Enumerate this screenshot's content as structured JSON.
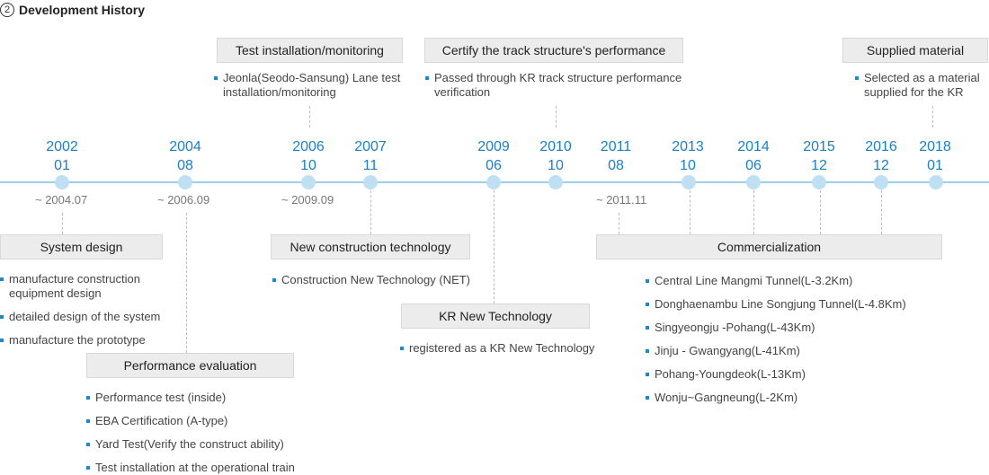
{
  "heading": {
    "number": "2",
    "title": "Development History"
  },
  "timeline": [
    {
      "year": "2002",
      "month": "01"
    },
    {
      "year": "2004",
      "month": "08"
    },
    {
      "year": "2006",
      "month": "10"
    },
    {
      "year": "2007",
      "month": "11"
    },
    {
      "year": "2009",
      "month": "06"
    },
    {
      "year": "2010",
      "month": "10"
    },
    {
      "year": "2011",
      "month": "08"
    },
    {
      "year": "2013",
      "month": "10"
    },
    {
      "year": "2014",
      "month": "06"
    },
    {
      "year": "2015",
      "month": "12"
    },
    {
      "year": "2016",
      "month": "12"
    },
    {
      "year": "2018",
      "month": "01"
    }
  ],
  "ranges": [
    "~ 2004.07",
    "~ 2006.09",
    "~ 2009.09",
    "~ 2011.11"
  ],
  "events": {
    "test_install": {
      "title": "Test installation/monitoring",
      "items": [
        "Jeonla(Seodo-Sansung) Lane test installation/monitoring"
      ]
    },
    "certify": {
      "title": "Certify the track structure's performance",
      "items": [
        "Passed through KR track structure performance verification"
      ]
    },
    "supplied": {
      "title": "Supplied material",
      "items": [
        "Selected as a material supplied for the KR"
      ]
    },
    "system_design": {
      "title": "System design",
      "items": [
        "manufacture construction equipment design",
        "detailed design of the system",
        "manufacture the prototype"
      ]
    },
    "performance": {
      "title": "Performance evaluation",
      "items": [
        "Performance test (inside)",
        "EBA Certification (A-type)",
        "Yard Test(Verify the construct ability)",
        "Test installation at the operational train"
      ]
    },
    "new_construction": {
      "title": "New construction technology",
      "items": [
        "Construction New Technology (NET)"
      ]
    },
    "kr_new_tech": {
      "title": "KR New Technology",
      "items": [
        "registered as a KR New Technology"
      ]
    },
    "commercialization": {
      "title": "Commercialization",
      "items": [
        "Central Line Mangmi Tunnel(L-3.2Km)",
        "Donghaenambu Line Songjung Tunnel(L-4.8Km)",
        "Singyeongju -Pohang(L-43Km)",
        "Jinju - Gwangyang(L-41Km)",
        "Pohang-Youngdeok(L-13Km)",
        "Wonju~Gangneung(L-2Km)"
      ]
    }
  }
}
